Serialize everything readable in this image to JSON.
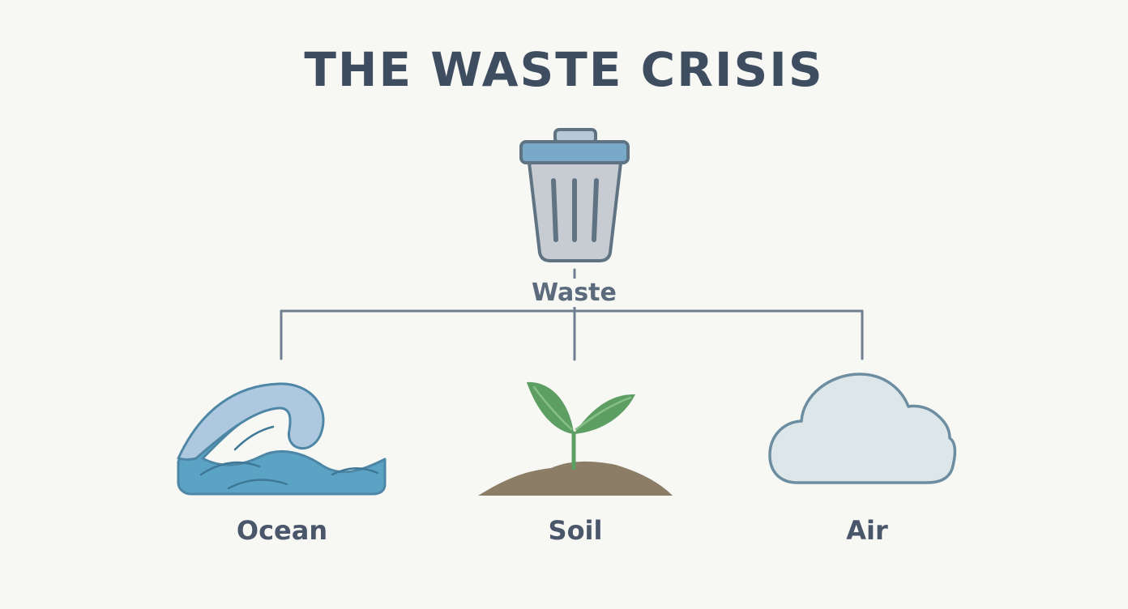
{
  "title": "THE WASTE CRISIS",
  "root": {
    "label": "Waste",
    "icon": "trash-can-icon"
  },
  "children": [
    {
      "label": "Ocean",
      "icon": "ocean-wave-icon"
    },
    {
      "label": "Soil",
      "icon": "plant-sprout-icon"
    },
    {
      "label": "Air",
      "icon": "cloud-icon"
    }
  ],
  "colors": {
    "background": "#f7f7f4",
    "title": "#3f4d60",
    "connector": "#6f7f8f",
    "ocean": "#5ba3c4",
    "leaf": "#5d9e63",
    "soil": "#8c7d66",
    "cloud_fill": "#dde7ea",
    "cloud_stroke": "#6d8ea1",
    "bin_lid": "#79a9c8",
    "bin_body": "#c6ccd2"
  }
}
